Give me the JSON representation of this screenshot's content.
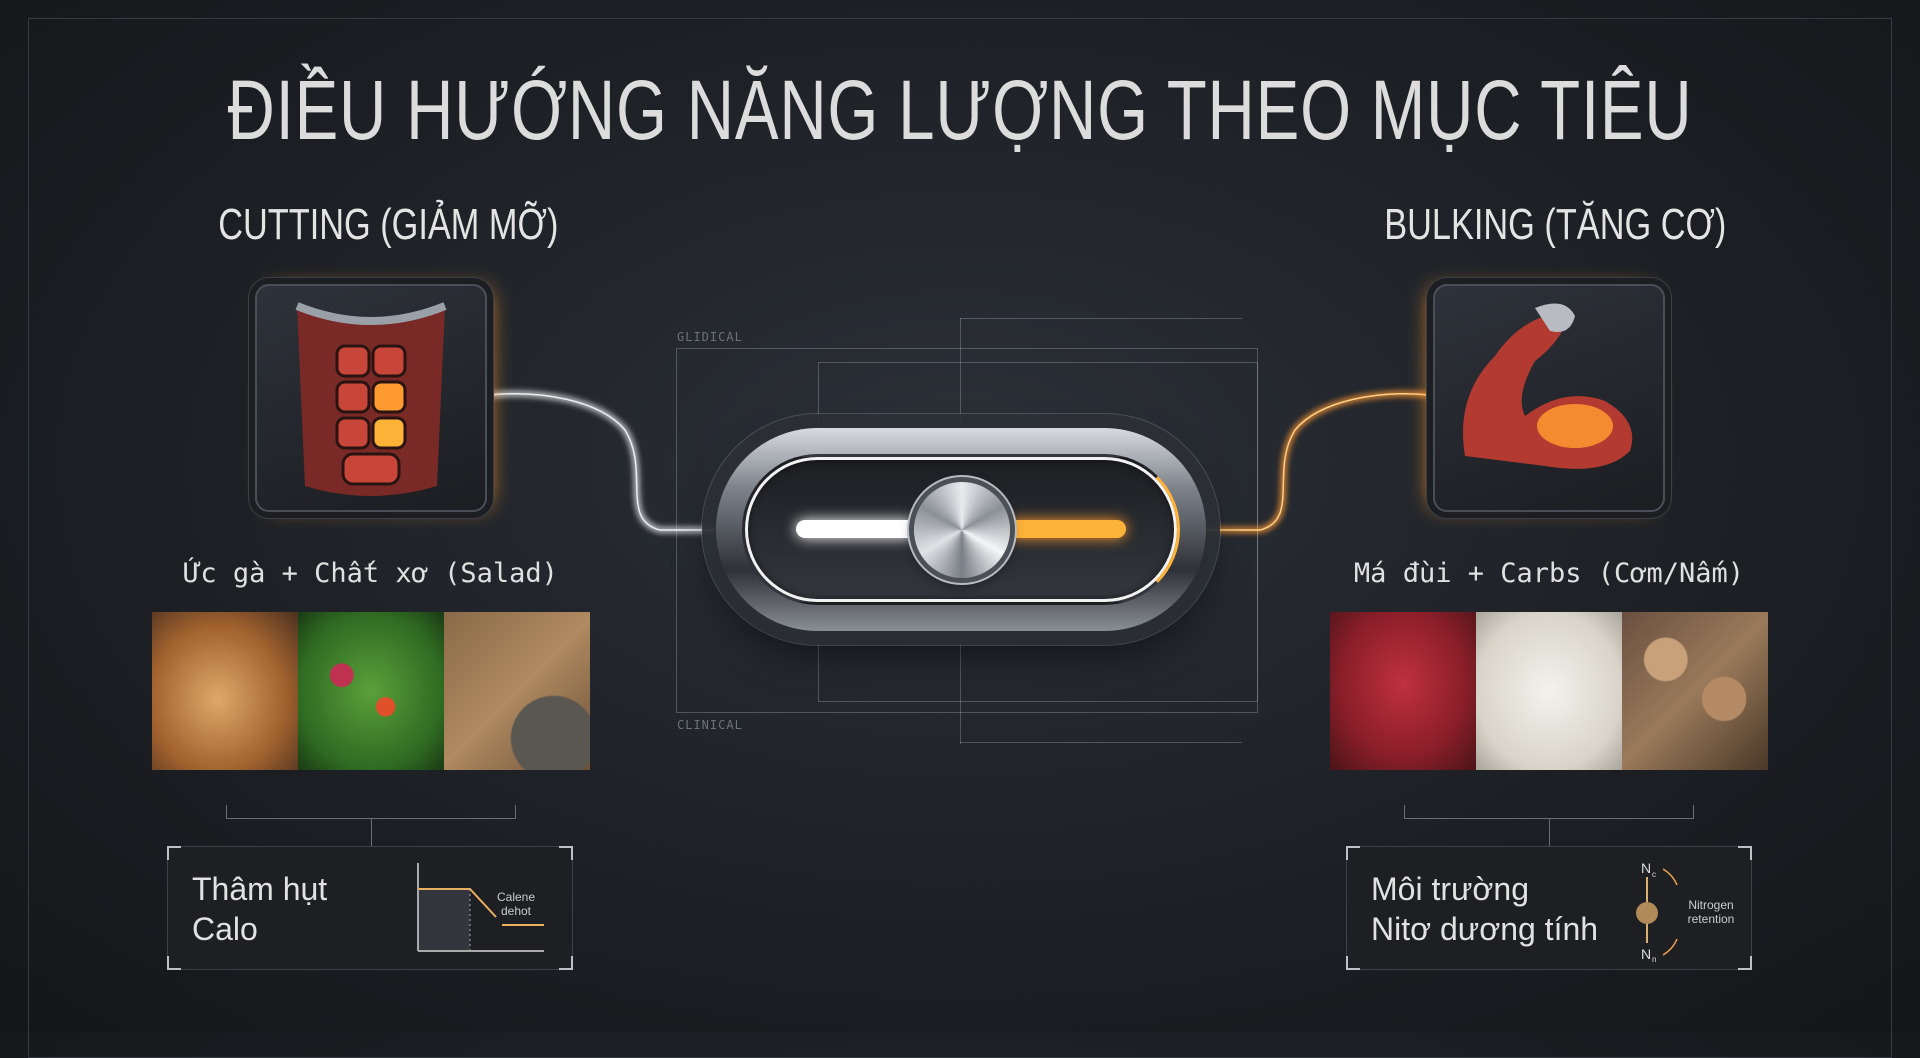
{
  "title": "ĐIỀU HƯỚNG NĂNG LƯỢNG THEO MỤC TIÊU",
  "left": {
    "goal": "CUTTING (GIẢM MỠ)",
    "icon": "abdominal-muscles-icon",
    "food_label": "Ức gà + Chất xơ (Salad)",
    "foods": [
      "chicken-breast",
      "salad",
      "fiber-crackers"
    ],
    "info_text_line1": "Thâm hụt",
    "info_text_line2": "Calo",
    "chart_label_line1": "Calene",
    "chart_label_line2": "dehot"
  },
  "right": {
    "goal": "BULKING (TĂNG CƠ)",
    "icon": "flexed-arm-muscle-icon",
    "food_label": "Má đùi + Carbs (Cơm/Nấm)",
    "foods": [
      "red-meat",
      "rice",
      "mushrooms"
    ],
    "info_text_line1": "Môi trường",
    "info_text_line2": "Nitơ dương tính",
    "diagram_top": "N",
    "diagram_top_sub": "c",
    "diagram_bottom": "N",
    "diagram_bottom_sub": "n",
    "diagram_label_line1": "Nitrogen",
    "diagram_label_line2": "retention"
  },
  "switch": {
    "blueprint_label_top": "GLIDICAL",
    "blueprint_label_bottom": "CLINICAL",
    "left_color": "#ffffff",
    "right_color": "#ffb238",
    "knob_position": 0.5
  },
  "colors": {
    "accent": "#ff9a30",
    "background": "#1d2025"
  }
}
